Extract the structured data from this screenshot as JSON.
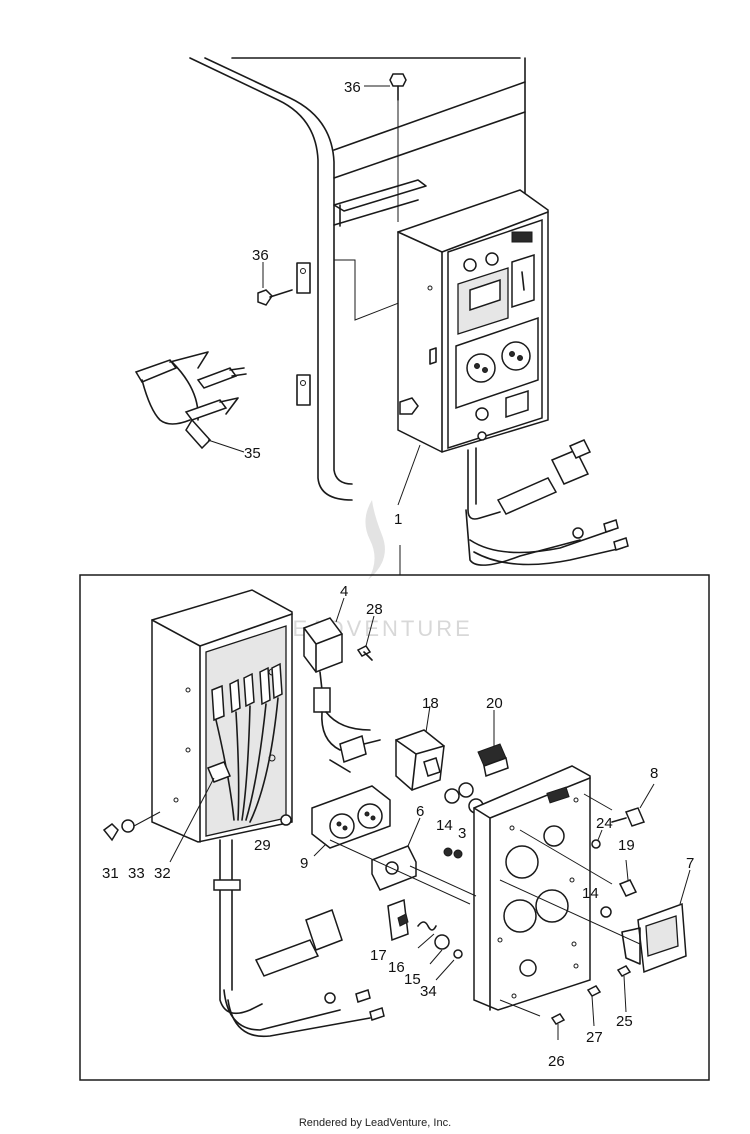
{
  "callouts": {
    "c36a": "36",
    "c36b": "36",
    "c35": "35",
    "c1": "1",
    "c4": "4",
    "c28": "28",
    "c18": "18",
    "c20": "20",
    "c8": "8",
    "c24": "24",
    "c19": "19",
    "c7": "7",
    "c6": "6",
    "c14a": "14",
    "c3": "3",
    "c14b": "14",
    "c29": "29",
    "c9": "9",
    "c31": "31",
    "c33": "33",
    "c32": "32",
    "c17": "17",
    "c16": "16",
    "c15": "15",
    "c34": "34",
    "c27": "27",
    "c25": "25",
    "c26": "26"
  },
  "watermark": "LEADVENTURE",
  "footer": "Rendered by LeadVenture, Inc."
}
